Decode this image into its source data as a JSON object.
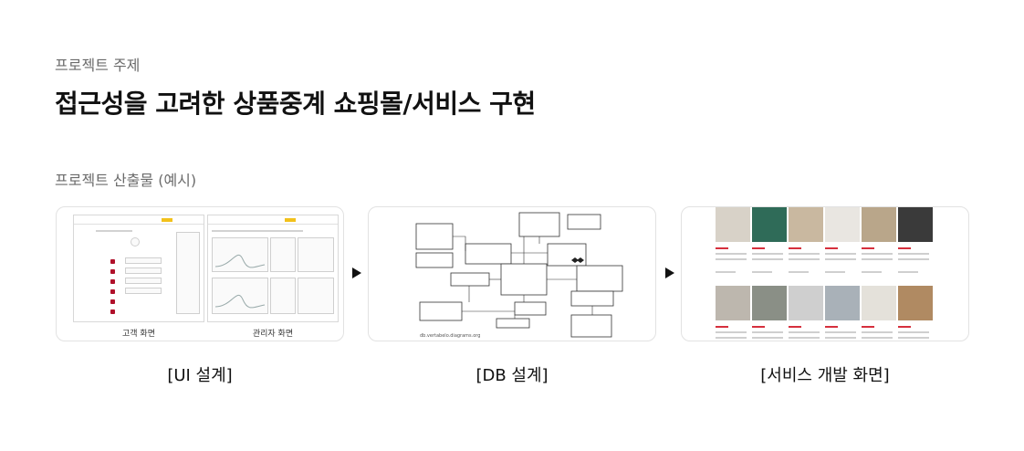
{
  "header": {
    "subtitle": "프로젝트 주제",
    "title": "접근성을 고려한 상품중계 쇼핑몰/서비스 구현",
    "deliverables_label": "프로젝트 산출물 (예시)"
  },
  "cards": [
    {
      "caption": "[UI 설계]",
      "sub_labels": [
        "고객 화면",
        "관리자 화면"
      ]
    },
    {
      "caption": "[DB 설계]",
      "watermark": "db.vertabelo.diagrams.org"
    },
    {
      "caption": "[서비스 개발 화면]",
      "tile_colors": [
        "#d8d2c8",
        "#2f6b58",
        "#c9b8a0",
        "#e9e6e1",
        "#b9a68a",
        "#3a3a3a",
        "#bdb7ae",
        "#8a8f86",
        "#cfcfcf",
        "#a9b1b8",
        "#e4e1da",
        "#b08a62"
      ]
    }
  ],
  "colors": {
    "accent_red": "#b0102a",
    "accent_yellow": "#f2c11b",
    "border": "#e2e2e2"
  }
}
